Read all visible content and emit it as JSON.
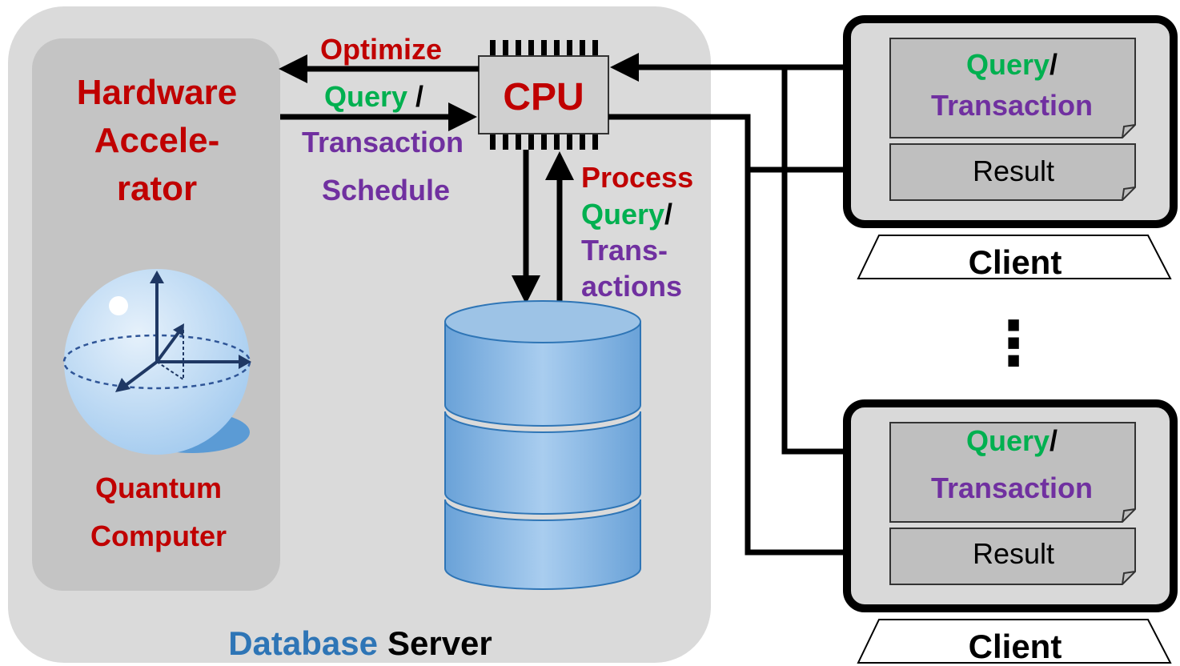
{
  "server": {
    "label_part1": "Database",
    "label_part2": "Server",
    "accelerator": {
      "title_lines": [
        "Hardware",
        "Accele-",
        "rator"
      ],
      "device_lines": [
        "Quantum",
        "Computer"
      ]
    },
    "cpu_label": "CPU",
    "optimize_label": "Optimize",
    "schedule": {
      "query": "Query",
      "slash": "/",
      "transaction": "Transaction",
      "schedule": "Schedule"
    },
    "process": {
      "process": "Process",
      "query": "Query",
      "slash": "/",
      "trans1": "Trans-",
      "trans2": "actions"
    }
  },
  "clients": [
    {
      "query": "Query",
      "slash": "/",
      "transaction": "Transaction",
      "result": "Result",
      "label": "Client"
    },
    {
      "query": "Query",
      "slash": "/",
      "transaction": "Transaction",
      "result": "Result",
      "label": "Client"
    }
  ],
  "ellipsis": "⋮",
  "colors": {
    "red": "#c00000",
    "green": "#00b050",
    "purple": "#7030a0",
    "blue": "#2e75b6",
    "server_bg": "#dadada",
    "accelerator_bg": "#c4c4c4",
    "db_blue": "#5b9bd5"
  }
}
